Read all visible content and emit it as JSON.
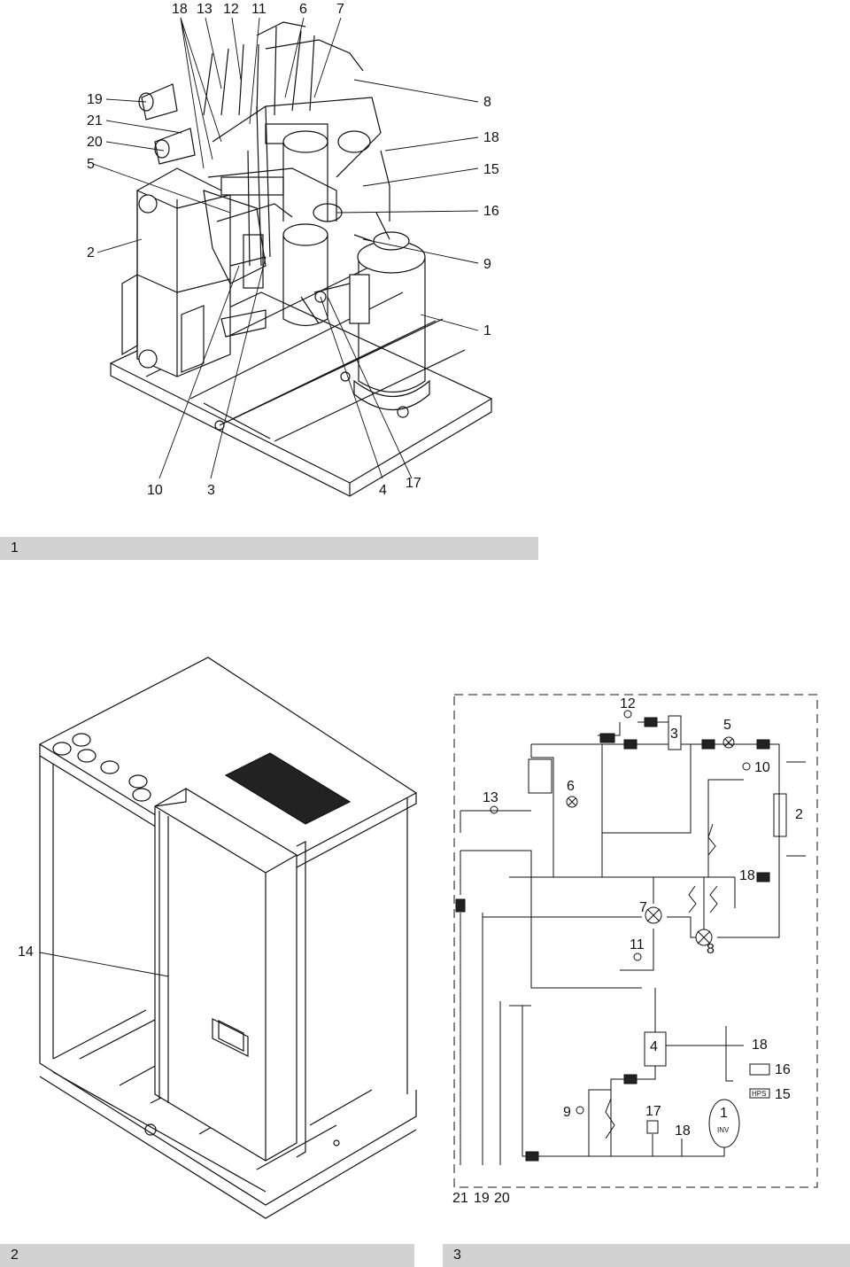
{
  "figure1": {
    "caption": "1",
    "callouts": {
      "c18a": "18",
      "c13": "13",
      "c12": "12",
      "c11": "11",
      "c6": "6",
      "c7": "7",
      "c19": "19",
      "c21": "21",
      "c20": "20",
      "c5": "5",
      "c2": "2",
      "c8": "8",
      "c18b": "18",
      "c15": "15",
      "c16": "16",
      "c9": "9",
      "c1": "1",
      "c10": "10",
      "c3": "3",
      "c4": "4",
      "c17": "17"
    }
  },
  "figure2": {
    "caption": "2",
    "callouts": {
      "c14": "14"
    }
  },
  "figure3": {
    "caption": "3",
    "callouts": {
      "c12": "12",
      "c3": "3",
      "c5": "5",
      "c10": "10",
      "c6": "6",
      "c13": "13",
      "c2": "2",
      "c18a": "18",
      "c7": "7",
      "c11": "11",
      "c8": "8",
      "c4": "4",
      "c18b": "18",
      "c16": "16",
      "c15": "15",
      "c9": "9",
      "c17": "17",
      "c18c": "18",
      "c1": "1",
      "c21": "21",
      "c19": "19",
      "c20": "20"
    },
    "symbols": {
      "hps": "HPS",
      "inv": "INV"
    }
  }
}
